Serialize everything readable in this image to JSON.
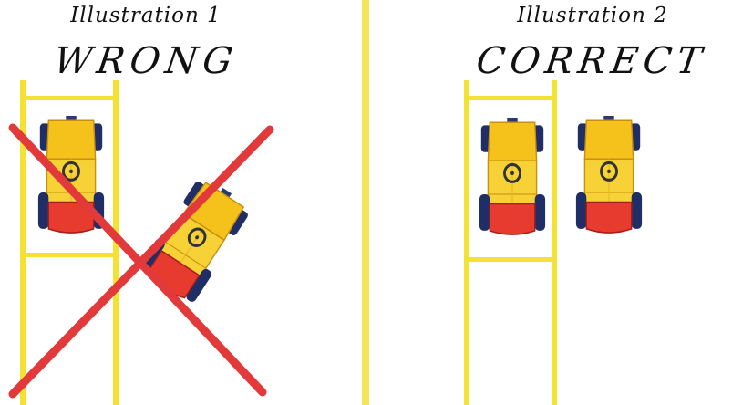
{
  "panels": [
    {
      "label": "Illustration 1",
      "verdict": "WRONG",
      "verdict_icon": "red-x-icon"
    },
    {
      "label": "Illustration 2",
      "verdict": "CORRECT"
    }
  ],
  "colors": {
    "rack": "#f4e233",
    "divider": "#f4e65a",
    "cross": "#e23a3a",
    "forklift_body": "#f5c21b",
    "forklift_seat": "#e63b2e",
    "forklift_tire": "#1f2e66",
    "text": "#111111"
  }
}
